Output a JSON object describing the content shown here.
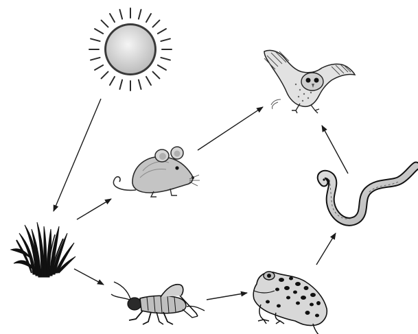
{
  "diagram": {
    "kind": "food-web",
    "nodes": [
      {
        "id": "sun",
        "icon": "sun-icon"
      },
      {
        "id": "grass",
        "icon": "grass-icon"
      },
      {
        "id": "mouse",
        "icon": "mouse-icon"
      },
      {
        "id": "cricket",
        "icon": "cricket-icon"
      },
      {
        "id": "frog",
        "icon": "frog-icon"
      },
      {
        "id": "snake",
        "icon": "snake-icon"
      },
      {
        "id": "owl",
        "icon": "owl-icon"
      }
    ],
    "edges": [
      {
        "from": "sun",
        "to": "grass"
      },
      {
        "from": "grass",
        "to": "mouse"
      },
      {
        "from": "grass",
        "to": "cricket"
      },
      {
        "from": "mouse",
        "to": "owl"
      },
      {
        "from": "cricket",
        "to": "frog"
      },
      {
        "from": "frog",
        "to": "snake"
      },
      {
        "from": "snake",
        "to": "owl"
      }
    ],
    "colors": {
      "line": "#1a1a1a",
      "fill_light": "#d9d9d9",
      "fill_mid": "#b8b8b8",
      "background": "#ffffff"
    }
  }
}
